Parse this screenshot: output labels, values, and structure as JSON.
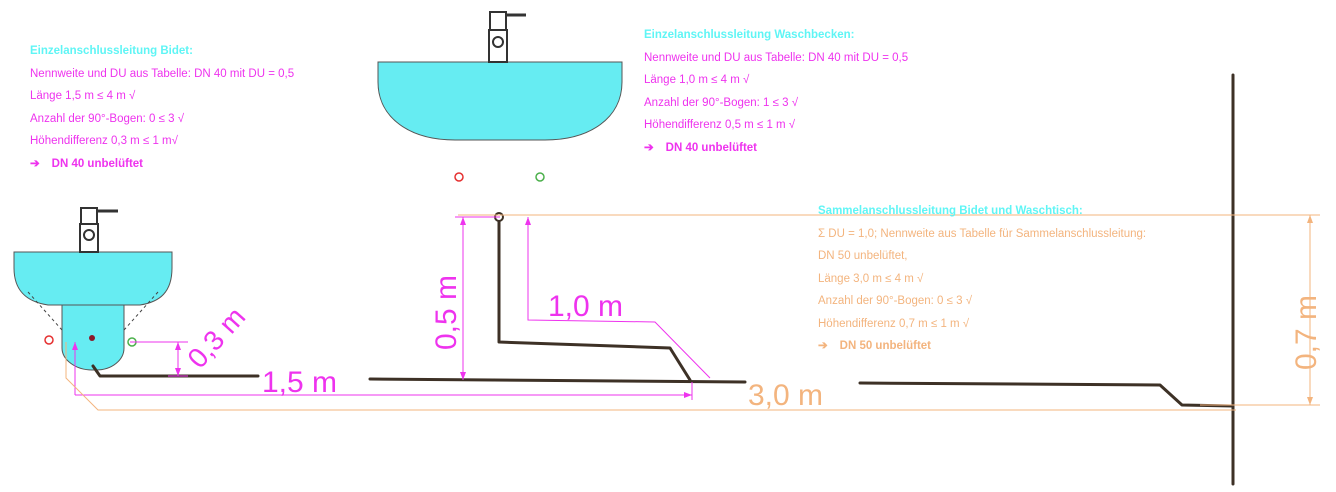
{
  "colors": {
    "water": "#66ecf2",
    "pipe": "#3d3126",
    "magenta": "#ee33ee",
    "orange": "#f3b47e",
    "cyan_text": "#5ff5f5"
  },
  "bidet_block": {
    "title": "Einzelanschlussleitung Bidet:",
    "lines": [
      "Nennweite und DU aus Tabelle: DN 40 mit DU = 0,5",
      "Länge 1,5 m ≤ 4 m √",
      "Anzahl der 90°-Bogen: 0 ≤ 3 √",
      "Höhendifferenz 0,3 m ≤ 1 m√"
    ],
    "result_arrow": "➔",
    "result": "DN 40 unbelüftet"
  },
  "wasch_block": {
    "title": "Einzelanschlussleitung Waschbecken:",
    "lines": [
      "Nennweite und DU aus Tabelle: DN 40 mit DU = 0,5",
      "Länge 1,0 m ≤ 4 m √",
      "Anzahl der 90°-Bogen: 1 ≤ 3 √",
      "Höhendifferenz 0,5 m ≤ 1 m √"
    ],
    "result_arrow": "➔",
    "result": "DN 40 unbelüftet"
  },
  "sammel_block": {
    "title": "Sammelanschlussleitung Bidet und Waschtisch:",
    "lines": [
      "Σ DU = 1,0; Nennweite aus Tabelle für Sammelanschlussleitung:",
      "DN 50 unbelüftet,",
      "Länge 3,0 m ≤ 4 m √",
      "Anzahl der 90°-Bogen: 0 ≤ 3 √",
      "Höhendifferenz 0,7 m ≤ 1 m √"
    ],
    "result_arrow": "➔",
    "result": "DN 50 unbelüftet"
  },
  "dimensions": {
    "bidet_height": "0,3 m",
    "bidet_length": "1,5 m",
    "wasch_height": "0,5 m",
    "wasch_length": "1,0 m",
    "sammel_length": "3,0 m",
    "sammel_height": "0,7 m"
  }
}
